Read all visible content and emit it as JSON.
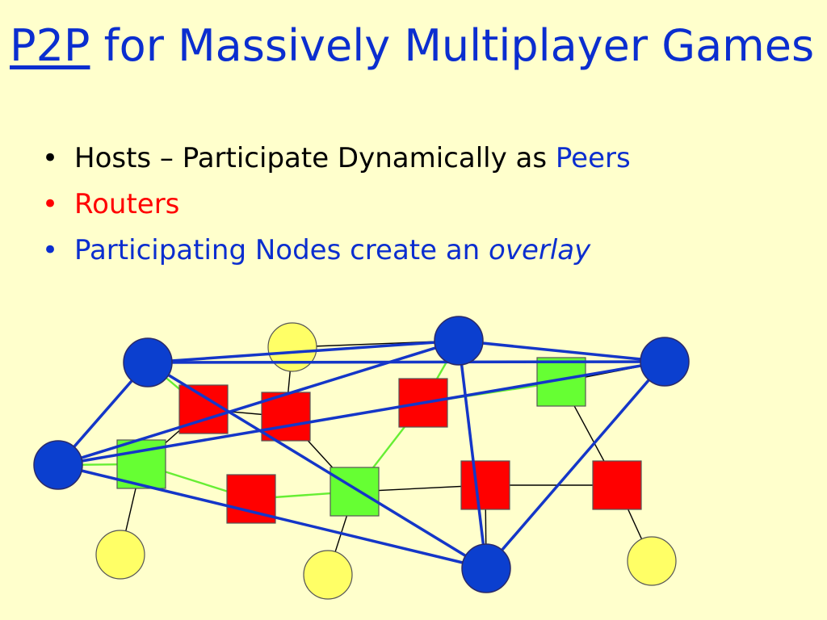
{
  "title": {
    "link_word": "P2P",
    "rest": " for Massively Multiplayer Games"
  },
  "bullets": [
    {
      "marker": "•",
      "text": "Hosts – Participate Dynamically as ",
      "highlight": "Peers",
      "text_color": "#000000",
      "highlight_color": "#0b2ecf"
    },
    {
      "marker": "•",
      "text": "Routers",
      "text_color": "#ff0000"
    },
    {
      "marker": "•",
      "text": "Participating Nodes create an ",
      "highlight": "overlay",
      "text_color": "#0b2ecf"
    }
  ],
  "colors": {
    "background": "#ffffcc",
    "title": "#0b2ecf",
    "peer_node": "#0b3fcf",
    "peer_link": "#1436c8",
    "router_node": "#ff0000",
    "overlay_router_node": "#66ff33",
    "host_node": "#ffff66",
    "physical_link": "#000000",
    "overlay_link": "#66ee33"
  },
  "diagram": {
    "node_types": [
      "peer",
      "router",
      "overlay-router",
      "host"
    ],
    "node_counts": {
      "peer": 5,
      "router": 6,
      "overlay-router": 3,
      "host": 4
    }
  }
}
